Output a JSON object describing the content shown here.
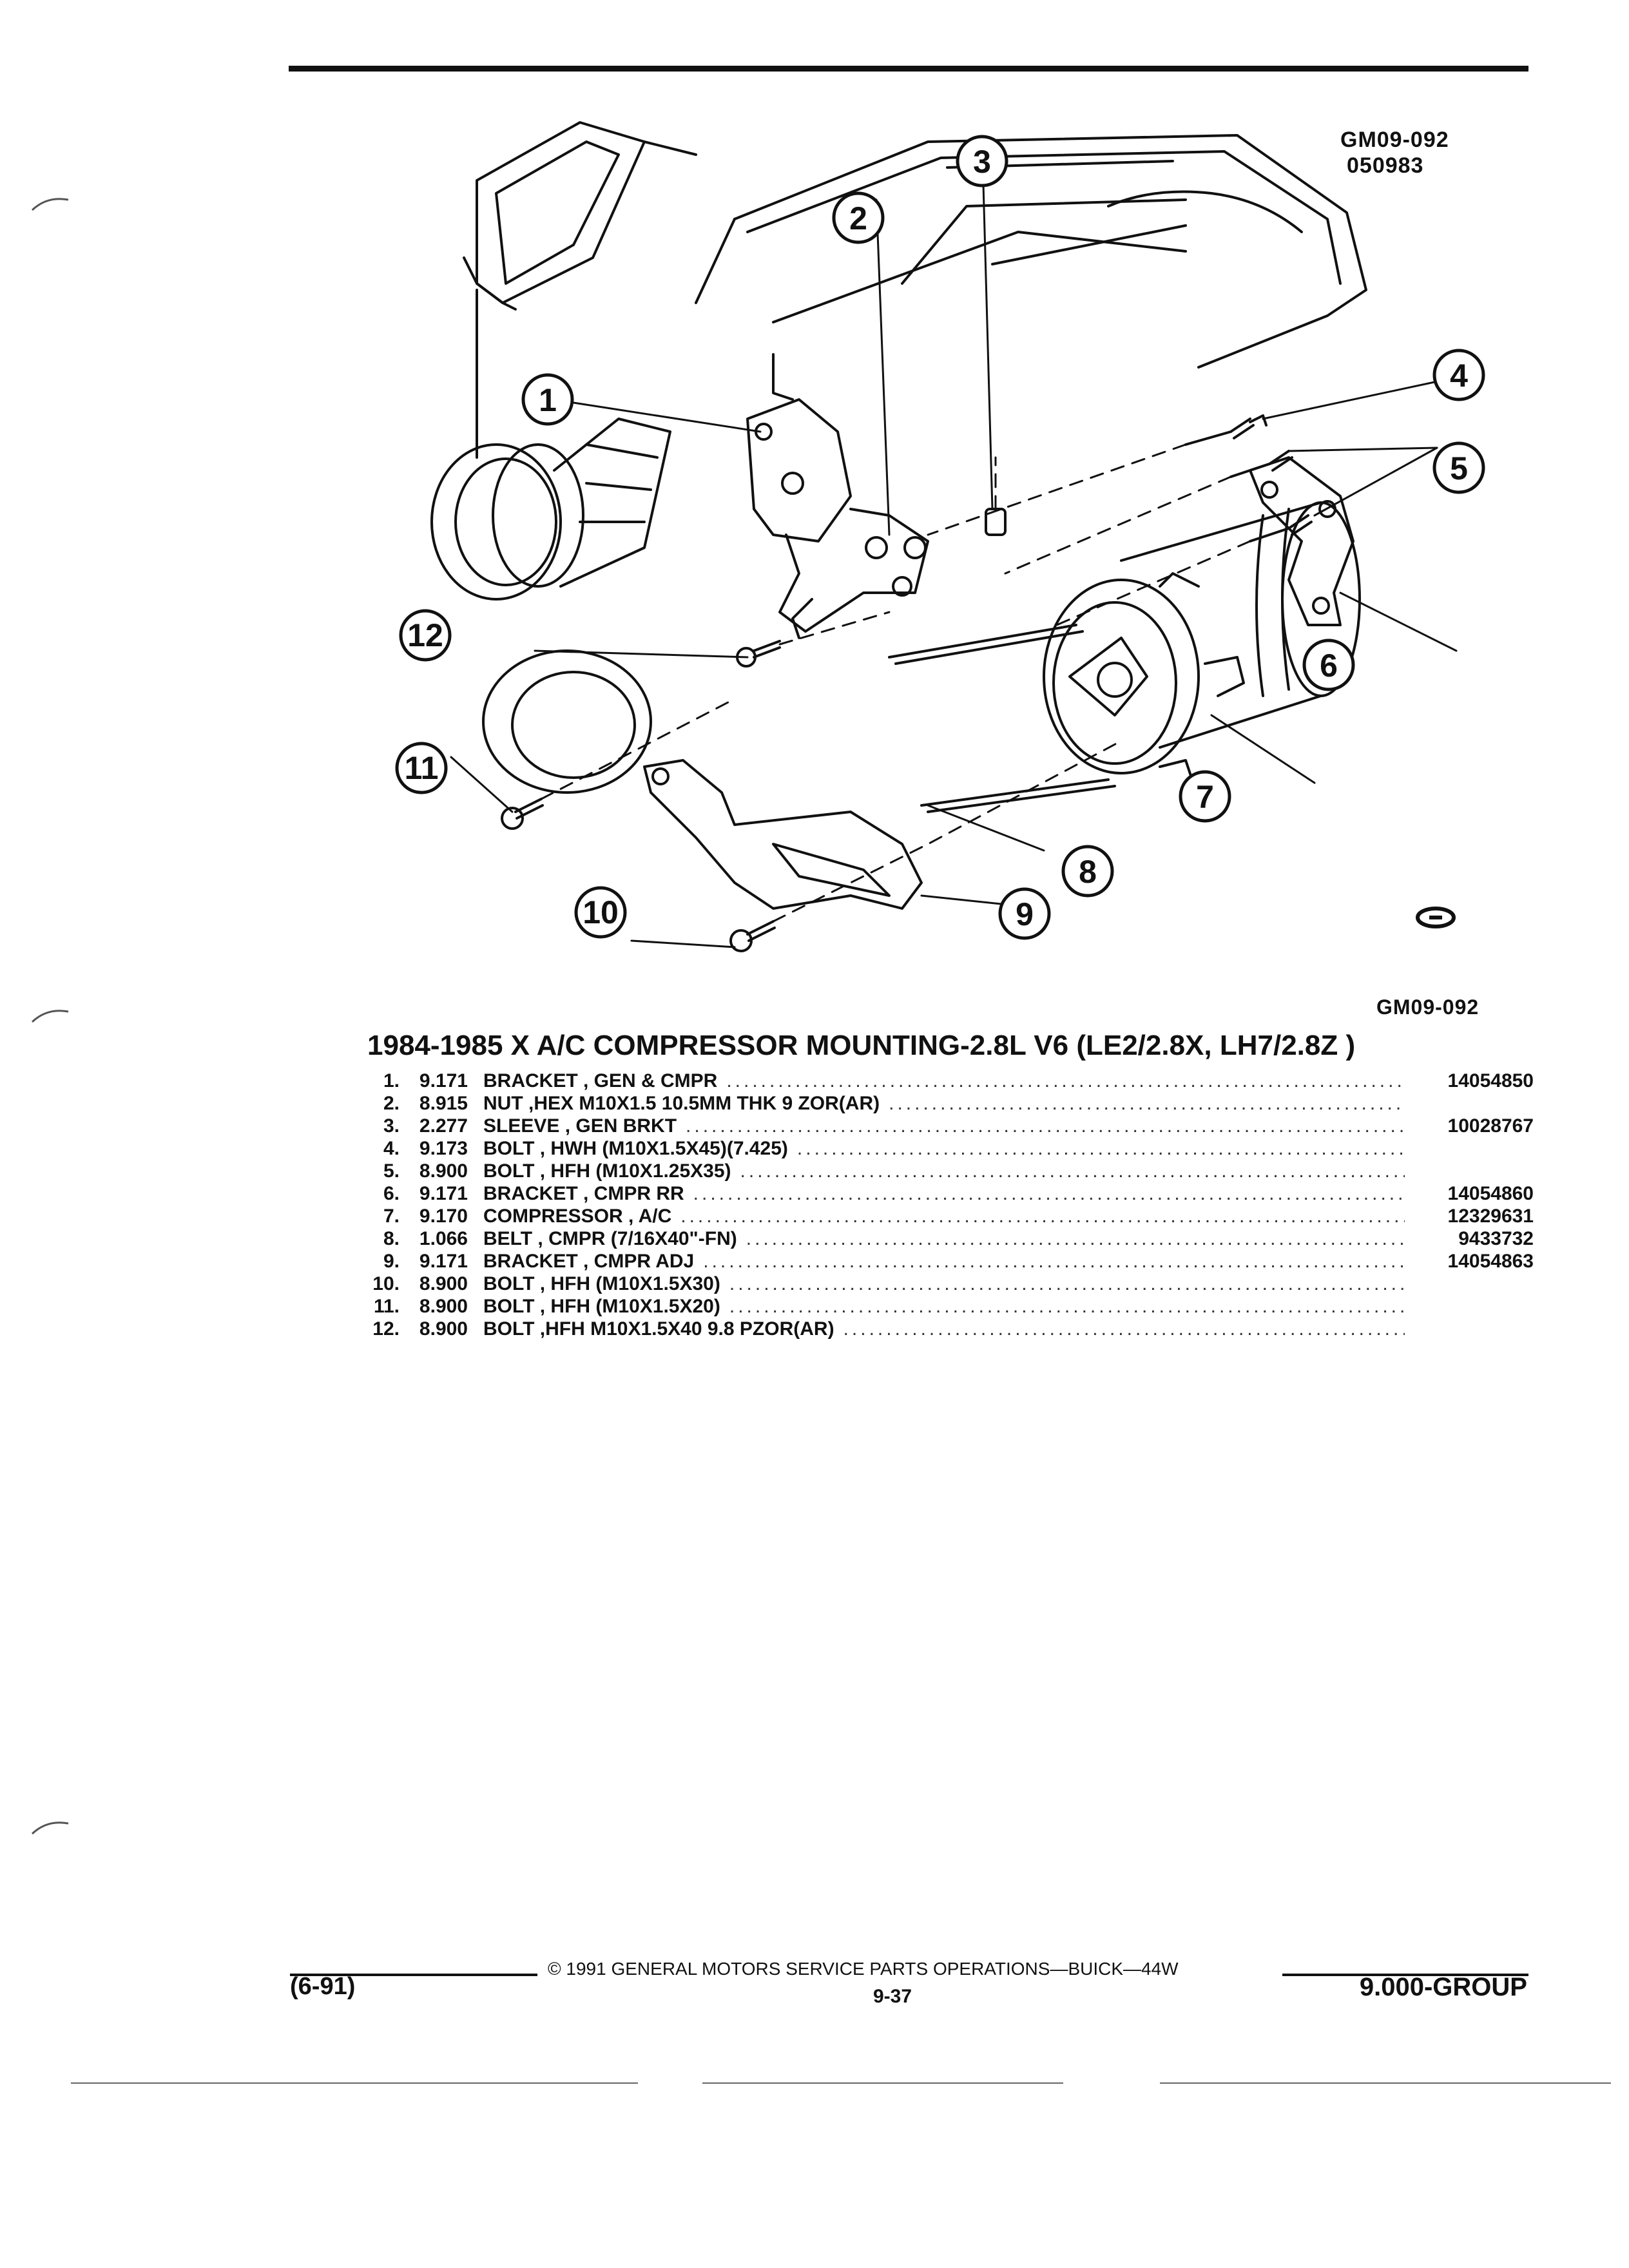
{
  "header": {
    "ref_code": "GM09-092",
    "ref_date": "050983"
  },
  "diagram": {
    "callouts": [
      "1",
      "2",
      "3",
      "4",
      "5",
      "6",
      "7",
      "8",
      "9",
      "10",
      "11",
      "12"
    ],
    "logo_mark": "GC logo",
    "caption_code": "GM09-092"
  },
  "title": "1984-1985 X A/C COMPRESSOR MOUNTING-2.8L V6 (LE2/2.8X, LH7/2.8Z )",
  "parts": [
    {
      "num": "1.",
      "group": "9.171",
      "desc": "BRACKET , GEN & CMPR",
      "pn": "14054850"
    },
    {
      "num": "2.",
      "group": "8.915",
      "desc": "NUT ,HEX M10X1.5 10.5MM THK 9 ZOR(AR)",
      "pn": ""
    },
    {
      "num": "3.",
      "group": "2.277",
      "desc": "SLEEVE , GEN BRKT",
      "pn": "10028767"
    },
    {
      "num": "4.",
      "group": "9.173",
      "desc": "BOLT , HWH (M10X1.5X45)(7.425)",
      "pn": ""
    },
    {
      "num": "5.",
      "group": "8.900",
      "desc": "BOLT , HFH (M10X1.25X35)",
      "pn": ""
    },
    {
      "num": "6.",
      "group": "9.171",
      "desc": "BRACKET , CMPR RR",
      "pn": "14054860"
    },
    {
      "num": "7.",
      "group": "9.170",
      "desc": "COMPRESSOR , A/C",
      "pn": "12329631"
    },
    {
      "num": "8.",
      "group": "1.066",
      "desc": "BELT , CMPR (7/16X40\"-FN)",
      "pn": "9433732"
    },
    {
      "num": "9.",
      "group": "9.171",
      "desc": "BRACKET , CMPR ADJ",
      "pn": "14054863"
    },
    {
      "num": "10.",
      "group": "8.900",
      "desc": "BOLT , HFH (M10X1.5X30)",
      "pn": ""
    },
    {
      "num": "11.",
      "group": "8.900",
      "desc": "BOLT , HFH (M10X1.5X20)",
      "pn": ""
    },
    {
      "num": "12.",
      "group": "8.900",
      "desc": "BOLT ,HFH M10X1.5X40 9.8 PZOR(AR)",
      "pn": ""
    }
  ],
  "leader_dots": "..........................................................................................................................",
  "footer": {
    "copyright": "© 1991 GENERAL MOTORS SERVICE PARTS OPERATIONS—BUICK—44W",
    "revision": "(6-91)",
    "page": "9-37",
    "group": "9.000-GROUP"
  }
}
